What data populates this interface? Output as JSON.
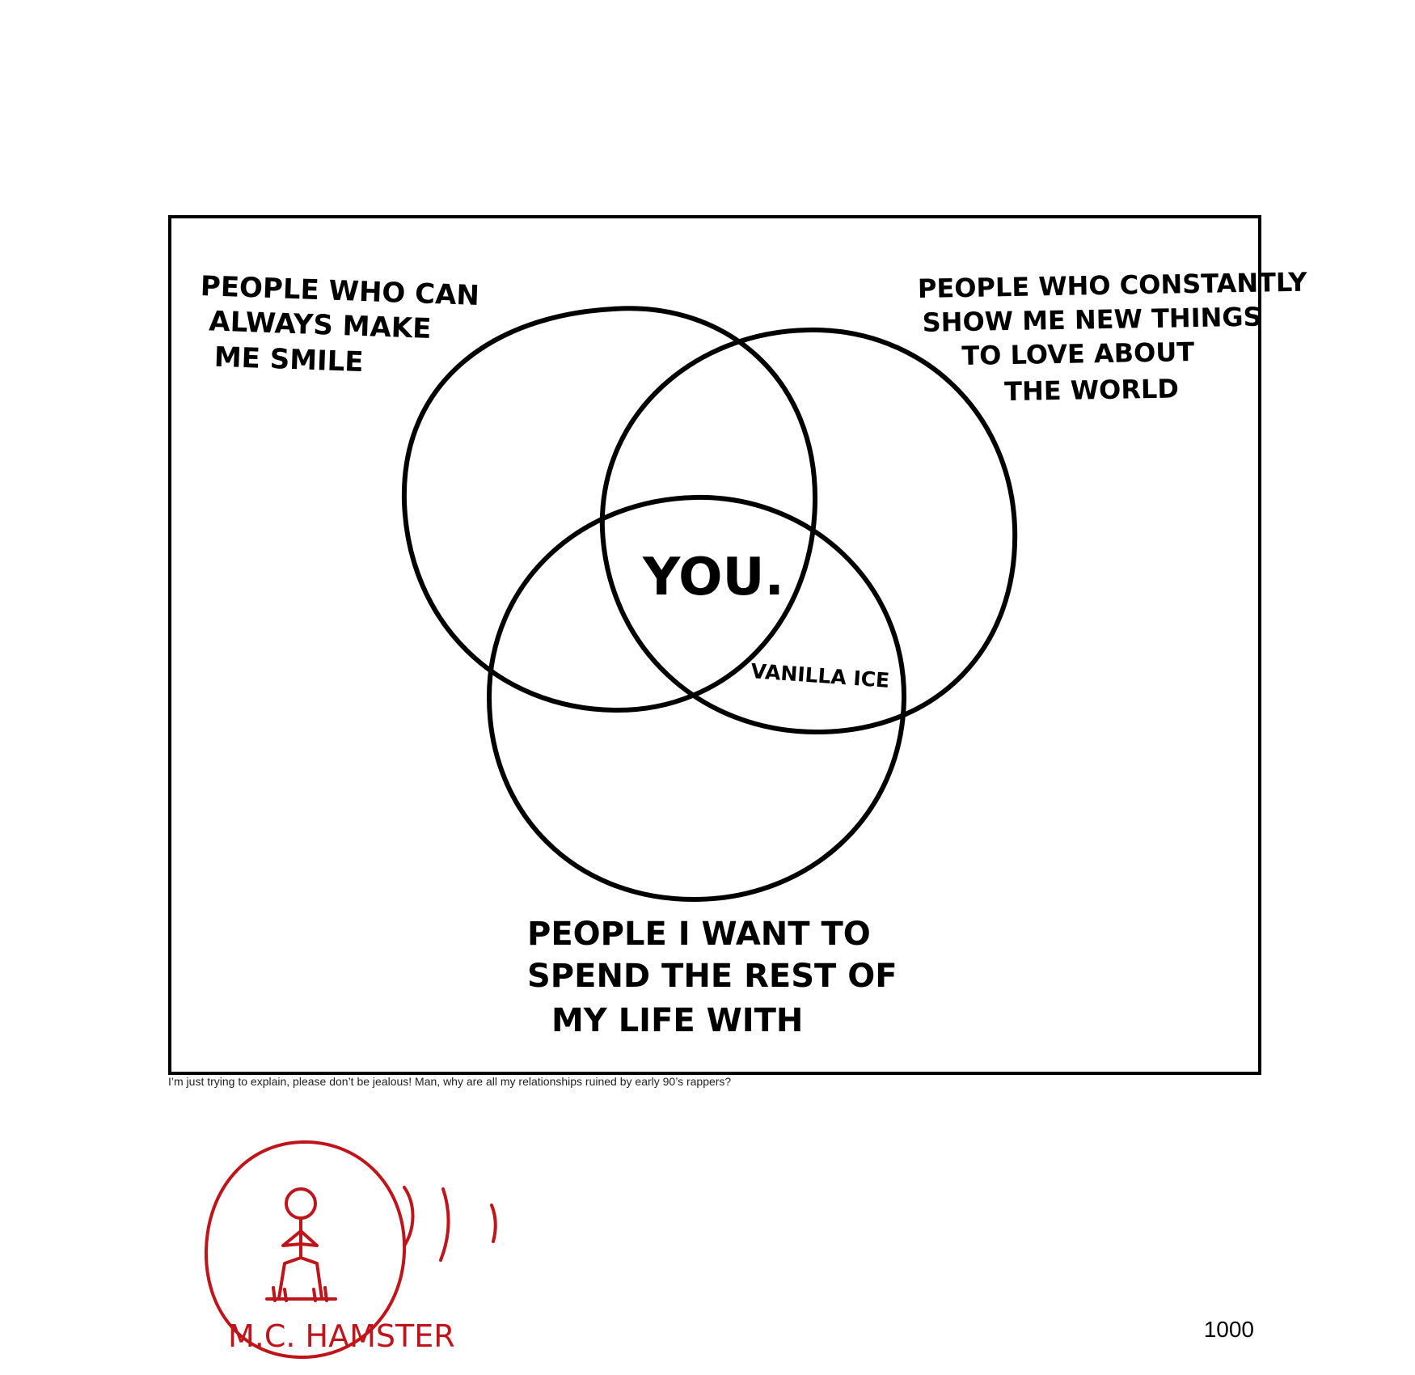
{
  "diagram": {
    "circles": [
      {
        "label_lines": [
          "PEOPLE WHO CAN",
          "ALWAYS MAKE",
          "ME SMILE"
        ]
      },
      {
        "label_lines": [
          "PEOPLE WHO CONSTANTLY",
          "SHOW ME NEW THINGS",
          "TO LOVE ABOUT",
          "THE WORLD"
        ]
      },
      {
        "label_lines": [
          "PEOPLE I WANT TO",
          "SPEND THE REST OF",
          "MY LIFE WITH"
        ]
      }
    ],
    "center_label": "YOU.",
    "pair_label": "VANILLA ICE"
  },
  "caption": "I’m just trying to explain, please don’t be jealous! Man, why are all my relationships ruined by early 90’s rappers?",
  "publisher_logo": {
    "text": "M.C. HAMSTER",
    "color": "#c0141b"
  },
  "page_number": "1000",
  "colors": {
    "ink": "#000000",
    "logo_red": "#c0141b",
    "background": "#ffffff"
  }
}
